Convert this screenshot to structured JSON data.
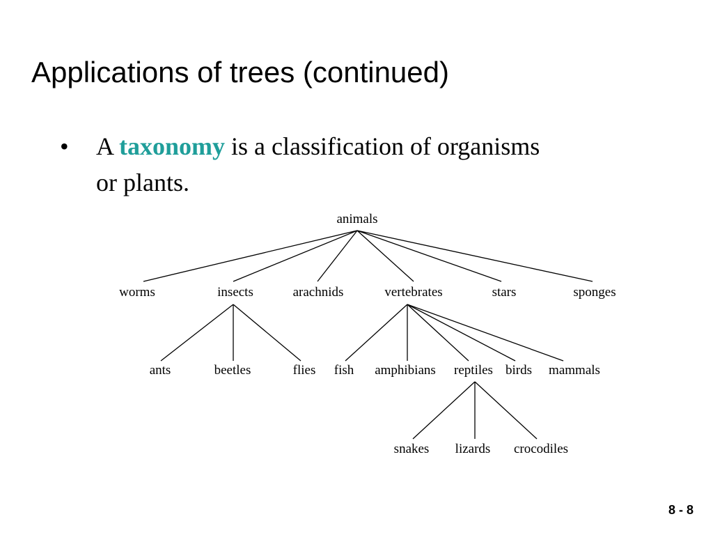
{
  "slide": {
    "title": "Applications of trees (continued)",
    "bullet_symbol": "•",
    "bullet": {
      "prefix": "A ",
      "term": "taxonomy",
      "suffix": " is a classification of organisms or plants."
    },
    "term_color": "#1f9e9a",
    "page_number": "8 - 8"
  },
  "tree": {
    "root": "animals",
    "nodes": [
      {
        "id": "animals",
        "label": "animals",
        "parent": null
      },
      {
        "id": "worms",
        "label": "worms",
        "parent": "animals"
      },
      {
        "id": "insects",
        "label": "insects",
        "parent": "animals"
      },
      {
        "id": "arachnids",
        "label": "arachnids",
        "parent": "animals"
      },
      {
        "id": "vertebrates",
        "label": "vertebrates",
        "parent": "animals"
      },
      {
        "id": "stars",
        "label": "stars",
        "parent": "animals"
      },
      {
        "id": "sponges",
        "label": "sponges",
        "parent": "animals"
      },
      {
        "id": "ants",
        "label": "ants",
        "parent": "insects"
      },
      {
        "id": "beetles",
        "label": "beetles",
        "parent": "insects"
      },
      {
        "id": "flies",
        "label": "flies",
        "parent": "insects"
      },
      {
        "id": "fish",
        "label": "fish",
        "parent": "vertebrates"
      },
      {
        "id": "amphibians",
        "label": "amphibians",
        "parent": "vertebrates"
      },
      {
        "id": "reptiles",
        "label": "reptiles",
        "parent": "vertebrates"
      },
      {
        "id": "birds",
        "label": "birds",
        "parent": "vertebrates"
      },
      {
        "id": "mammals",
        "label": "mammals",
        "parent": "vertebrates"
      },
      {
        "id": "snakes",
        "label": "snakes",
        "parent": "reptiles"
      },
      {
        "id": "lizards",
        "label": "lizards",
        "parent": "reptiles"
      },
      {
        "id": "crocodiles",
        "label": "crocodiles",
        "parent": "reptiles"
      }
    ]
  }
}
